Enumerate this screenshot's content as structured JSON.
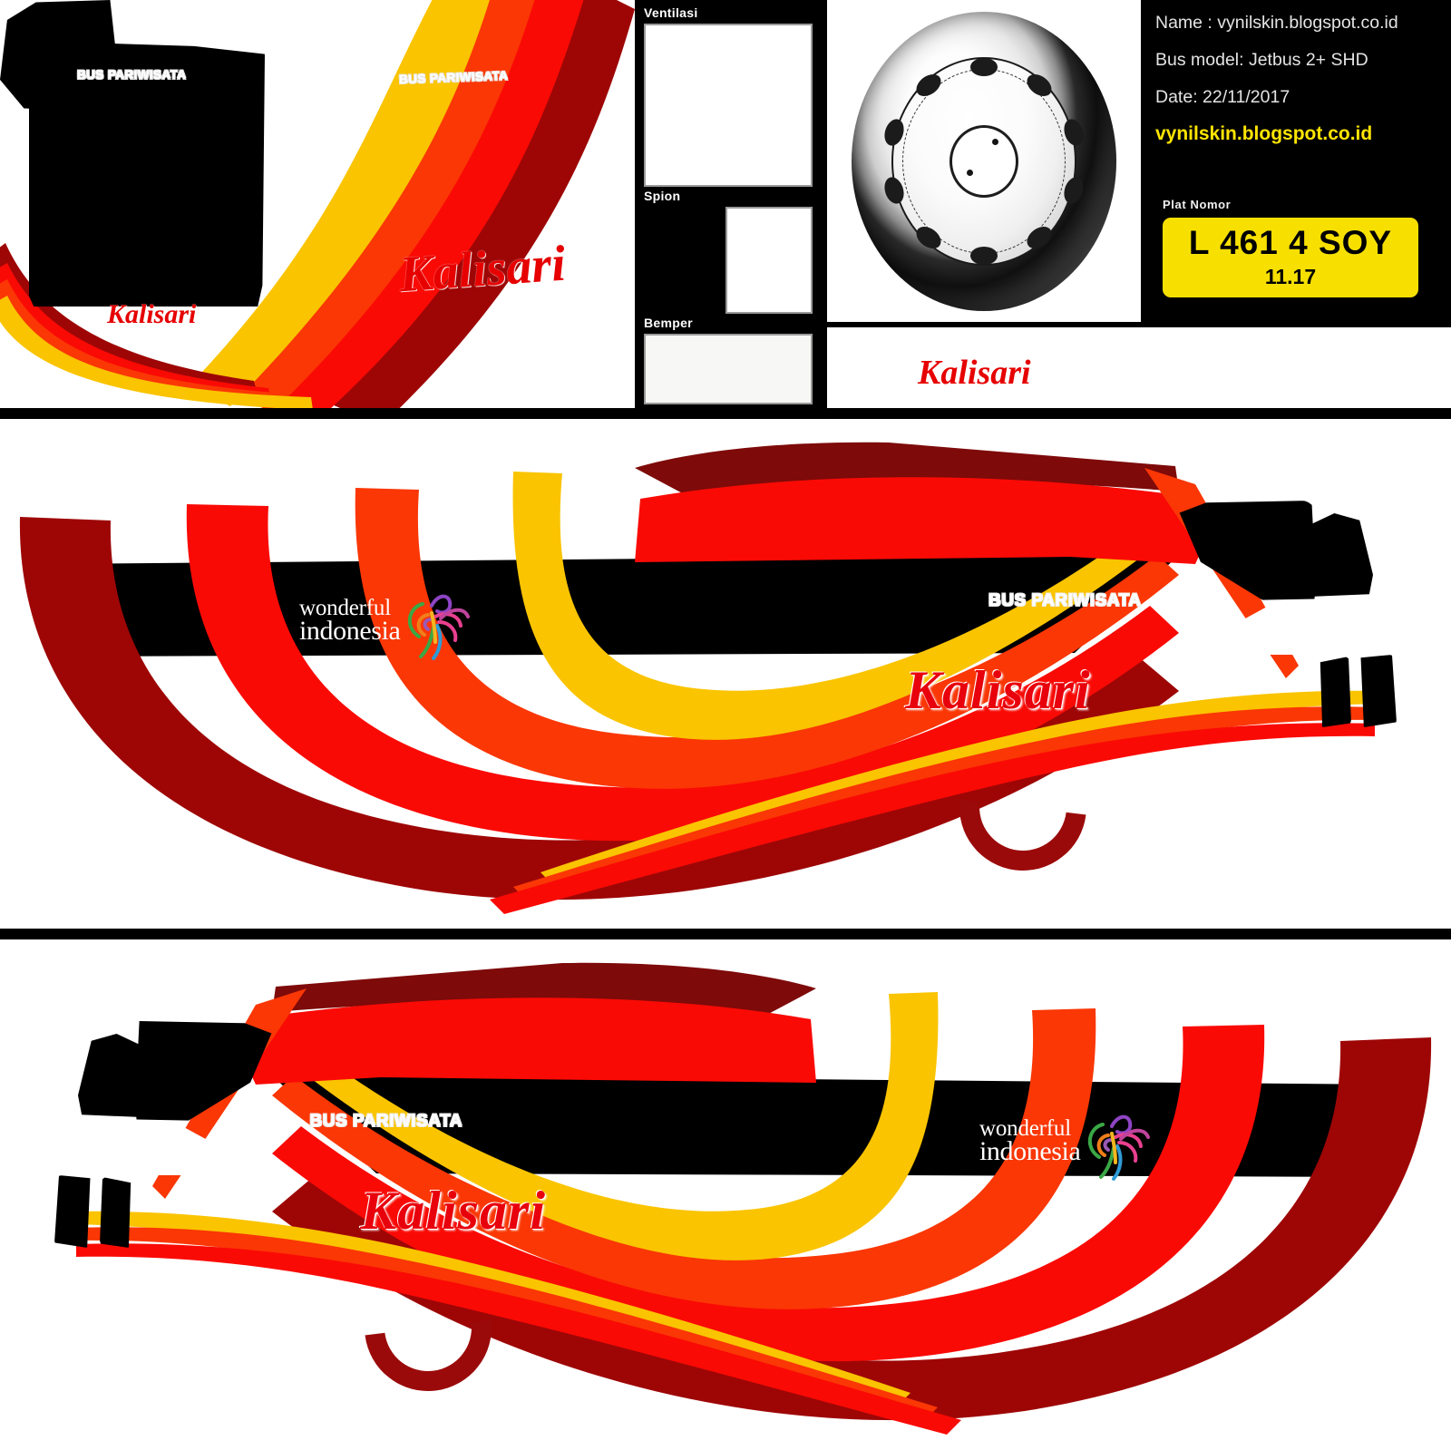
{
  "meta": {
    "title": "Bus Livery Skin Template - Kalisari"
  },
  "info_panel": {
    "name_line": "Name : vynilskin.blogspot.co.id",
    "model_line": "Bus model: Jetbus 2+ SHD",
    "date_line": "Date: 22/11/2017",
    "site_line": "vynilskin.blogspot.co.id",
    "plat_label": "Plat Nomor",
    "plate_number": "L 461 4 SOY",
    "plate_sub": "11.17",
    "plate_bg_color": "#f7e000",
    "site_color": "#ffe500",
    "panel_bg_color": "#000000"
  },
  "part_boxes": {
    "ventilasi_label": "Ventilasi",
    "spion_label": "Spion",
    "bemper_label": "Bemper"
  },
  "branding": {
    "operator": "Kalisari",
    "service_text": "BUS PARIWISATA",
    "campaign_line1": "wonderful",
    "campaign_line2": "indonesia"
  },
  "header_art": {
    "rear_service_text": "BUS PARIWISATA",
    "front_service_text": "BUS PARIWISATA",
    "rear_operator": "Kalisari",
    "front_operator": "Kalisari",
    "strip_operator": "Kalisari"
  },
  "left_side": {
    "service_text": "BUS PARIWISATA",
    "operator": "Kalisari",
    "campaign_line1": "wonderful",
    "campaign_line2": "indonesia"
  },
  "right_side": {
    "service_text": "BUS PARIWISATA",
    "operator": "Kalisari",
    "campaign_line1": "wonderful",
    "campaign_line2": "indonesia"
  },
  "palette": {
    "dark_red": "#9e0606",
    "bright_red": "#fa0a05",
    "orange_red": "#fa3705",
    "gold": "#fac400",
    "black": "#000000",
    "white": "#ffffff",
    "script_red": "#e8000c"
  },
  "wheel": {
    "lug_count": 10,
    "description": "chrome-hubcap"
  }
}
